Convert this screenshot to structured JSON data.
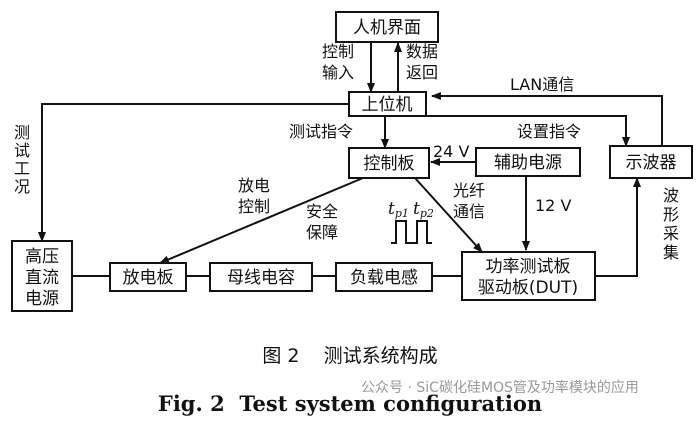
{
  "blocks": {
    "hmi": "人机界面",
    "host": "上位机",
    "control_board": "控制板",
    "aux_power": "辅助电源",
    "oscilloscope": "示波器",
    "hv_dc_supply": [
      "高压",
      "直流",
      "电源"
    ],
    "discharge_board": "放电板",
    "bus_capacitor": "母线电容",
    "load_inductor": "负载电感",
    "dut": [
      "功率测试板",
      "驱动板(DUT)"
    ]
  },
  "labels": {
    "control_input": [
      "控制",
      "输入"
    ],
    "data_return": [
      "数据",
      "返回"
    ],
    "lan": "LAN通信",
    "test_condition": [
      "测",
      "试",
      "工",
      "况"
    ],
    "test_command": "测试指令",
    "set_command": "设置指令",
    "v24": "24 V",
    "discharge_control": [
      "放电",
      "控制"
    ],
    "fiber_comm": [
      "光纤",
      "通信"
    ],
    "v12": "12 V",
    "safety": [
      "安全",
      "保障"
    ],
    "waveform_acq": [
      "波",
      "形",
      "采",
      "集"
    ],
    "tp1_main": "t",
    "tp1_sub": "p1",
    "tp2_main": "t",
    "tp2_sub": "p2"
  },
  "caption": {
    "cn": "图 2    测试系统构成",
    "en": "Fig. 2  Test system configuration"
  },
  "watermark": "公众号 · SiC碳化硅MOS管及功率模块的应用"
}
